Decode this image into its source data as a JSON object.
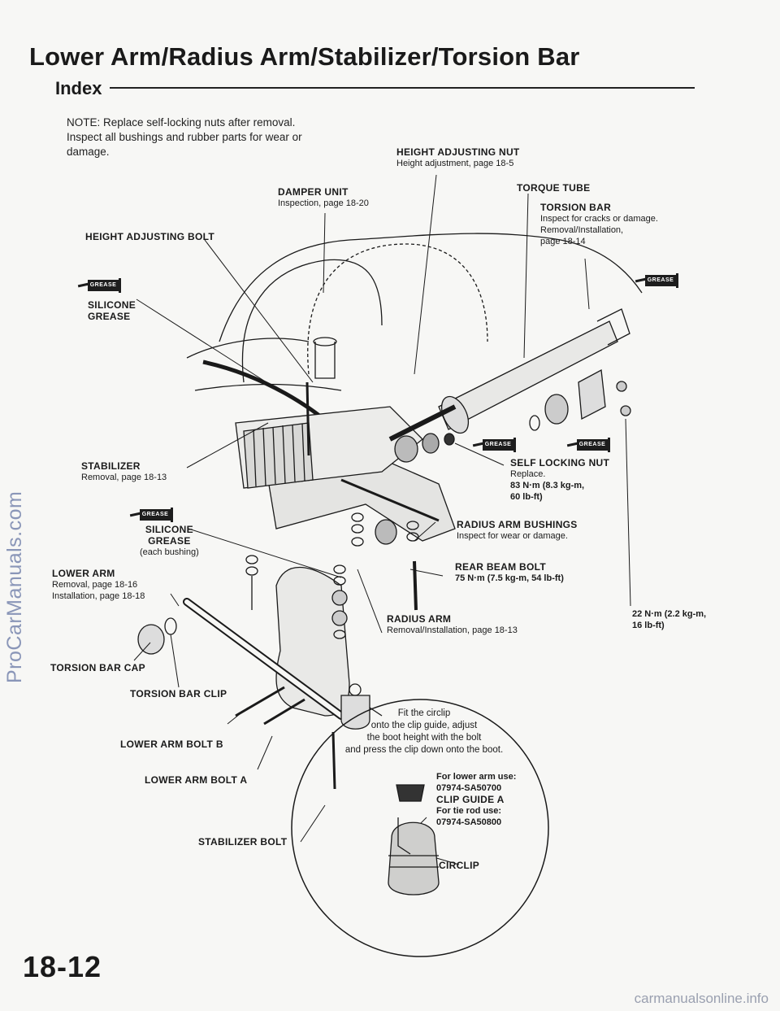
{
  "header": {
    "title": "Lower Arm/Radius Arm/Stabilizer/Torsion Bar",
    "subtitle": "Index"
  },
  "note": {
    "lines": [
      "NOTE:  Replace  self-locking  nuts  after  removal.",
      "Inspect all bushings and rubber parts for wear or",
      "damage."
    ]
  },
  "labels": {
    "height_adjusting_nut": {
      "title": "HEIGHT ADJUSTING NUT",
      "sub": "Height adjustment, page 18-5"
    },
    "damper_unit": {
      "title": "DAMPER UNIT",
      "sub": "Inspection, page 18-20"
    },
    "torque_tube": {
      "title": "TORQUE TUBE"
    },
    "torsion_bar": {
      "title": "TORSION BAR",
      "sub1": "Inspect for cracks or damage.",
      "sub2": "Removal/Installation,",
      "sub3": "page 18-14"
    },
    "height_adjusting_bolt": {
      "title": "HEIGHT ADJUSTING BOLT"
    },
    "silicone_grease_1": {
      "line1": "SILICONE",
      "line2": "GREASE"
    },
    "stabilizer": {
      "title": "STABILIZER",
      "sub": "Removal, page 18-13"
    },
    "self_locking_nut": {
      "title": "SELF LOCKING NUT",
      "sub": "Replace.",
      "torque1": "83 N·m (8.3 kg-m,",
      "torque2": "60 lb-ft)"
    },
    "silicone_grease_2": {
      "line1": "SILICONE",
      "line2": "GREASE",
      "line3": "(each bushing)"
    },
    "radius_arm_bushings": {
      "title": "RADIUS ARM BUSHINGS",
      "sub": "Inspect for wear or damage."
    },
    "lower_arm": {
      "title": "LOWER ARM",
      "sub1": "Removal, page 18-16",
      "sub2": "Installation, page 18-18"
    },
    "rear_beam_bolt": {
      "title": "REAR BEAM BOLT",
      "torque": "75 N·m (7.5 kg-m, 54 lb-ft)"
    },
    "radius_arm": {
      "title": "RADIUS ARM",
      "sub": "Removal/Installation, page 18-13"
    },
    "torque_22": {
      "line1": "22 N·m (2.2 kg-m,",
      "line2": "16 lb-ft)"
    },
    "torsion_bar_cap": {
      "title": "TORSION BAR CAP"
    },
    "torsion_bar_clip": {
      "title": "TORSION BAR CLIP"
    },
    "lower_arm_bolt_b": {
      "title": "LOWER ARM BOLT B"
    },
    "lower_arm_bolt_a": {
      "title": "LOWER ARM BOLT A"
    },
    "stabilizer_bolt": {
      "title": "STABILIZER BOLT"
    },
    "circlip": {
      "title": "CIRCLIP"
    }
  },
  "grease_tag": "GREASE",
  "callout": {
    "lines": [
      "Fit the circlip",
      "onto the clip guide, adjust",
      "the boot height with the bolt",
      "and press the clip down onto the boot."
    ],
    "tool1_head": "For lower arm use:",
    "tool1_part": "07974-SA50700",
    "tool_name": "CLIP GUIDE A",
    "tool2_head": "For tie rod use:",
    "tool2_part": "07974-SA50800"
  },
  "page_number": "18-12",
  "watermarks": {
    "side": "ProCarManuals.com",
    "footer": "carmanualsonline.info"
  },
  "colors": {
    "ink": "#1a1a1a",
    "paper": "#f7f7f5",
    "watermark": "#8a96b8"
  }
}
